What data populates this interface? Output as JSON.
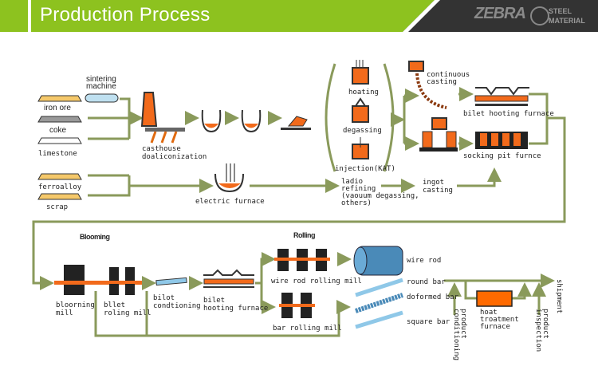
{
  "header": {
    "title": "Production Process",
    "logo_text": "ZEBRA",
    "logo_sub1": "STEEL",
    "logo_sub2": "MATERIAL"
  },
  "colors": {
    "header_green": "#8dc21f",
    "header_dark": "#333333",
    "flow_line": "#8a9a5b",
    "molten": "#f26a1b"
  },
  "materials": {
    "iron_ore": "iron ore",
    "coke": "coke",
    "limestone": "limestone",
    "ferroalloy": "ferroalloy",
    "scrap": "scrap"
  },
  "ironmaking": {
    "sintering_1": "sintering",
    "sintering_2": "machine",
    "casthouse_1": "casthouse",
    "casthouse_2": "doaliconization",
    "electric_furnace": "electric furnace"
  },
  "secondary": {
    "heating": "hoating",
    "degassing": "degassing",
    "injection": "injection(KAT)",
    "ladle_1": "ladio",
    "ladle_2": "refining",
    "ladle_3": "(vaouum degassing,",
    "ladle_4": "others)"
  },
  "casting": {
    "continuous_1": "continuous",
    "continuous_2": "casting",
    "ingot_1": "ingot",
    "ingot_2": "casting",
    "billet_furnace": "bilet hooting furnace",
    "soaking_pit": "socking pit furnce"
  },
  "blooming": {
    "section": "Blooming",
    "blooming_mill_1": "bloorning",
    "blooming_mill_2": "mill",
    "billet_mill_1": "bllet",
    "billet_mill_2": "roling mill",
    "conditioning_1": "bilot",
    "conditioning_2": "condtioning",
    "furnace_1": "bilet",
    "furnace_2": "hooting furnace"
  },
  "rolling": {
    "section": "Rolling",
    "wire_rod_mill": "wire rod rolling mill",
    "bar_mill": "bar rolling mill"
  },
  "products": {
    "wire_rod": "wire rod",
    "round_bar": "round bar",
    "deformed_bar": "doformed bar",
    "square_bar": "square bar"
  },
  "finishing": {
    "conditioning_1": "product",
    "conditioning_2": "conditioning",
    "heat_1": "hoat",
    "heat_2": "troatment",
    "heat_3": "furnace",
    "inspection_1": "product",
    "inspection_2": "inspection",
    "shipment": "shipment"
  }
}
